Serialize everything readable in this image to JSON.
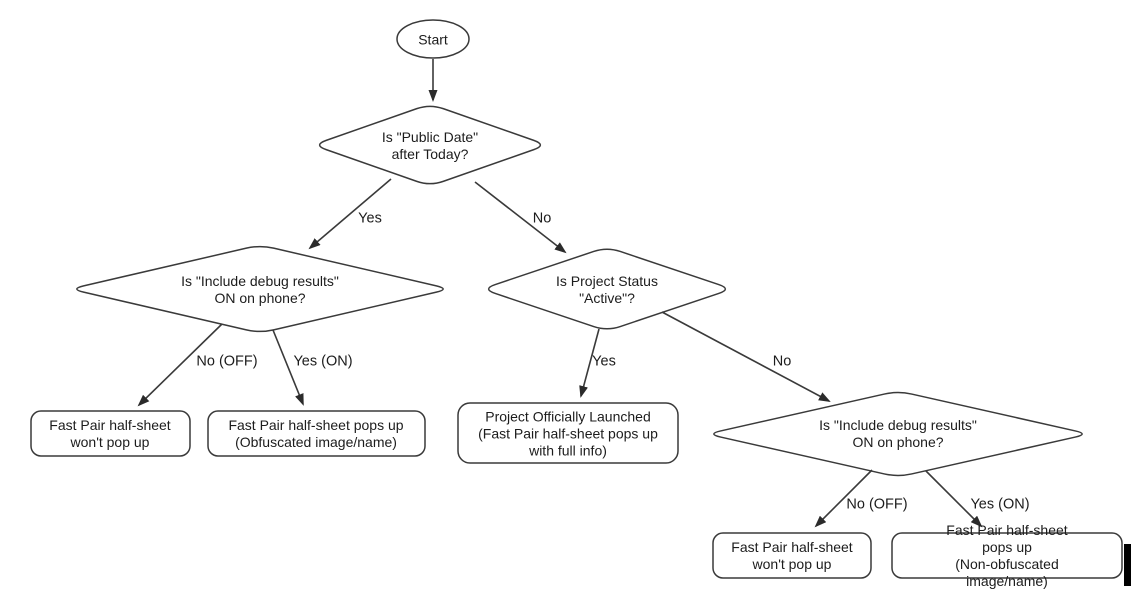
{
  "flowchart": {
    "nodes": {
      "start": {
        "type": "terminator",
        "label": "Start"
      },
      "publicDate": {
        "type": "decision",
        "label": "Is \"Public Date\"\nafter Today?"
      },
      "debugLeft": {
        "type": "decision",
        "label": "Is \"Include debug results\"\nON on phone?"
      },
      "projectStatus": {
        "type": "decision",
        "label": "Is Project Status\n\"Active\"?"
      },
      "debugRight": {
        "type": "decision",
        "label": "Is \"Include debug results\"\nON on phone?"
      },
      "noPopupLeft": {
        "type": "outcome",
        "label": "Fast Pair half-sheet\nwon't pop up"
      },
      "obfuscated": {
        "type": "outcome",
        "label": "Fast Pair half-sheet pops up\n(Obfuscated image/name)"
      },
      "launched": {
        "type": "outcome",
        "label": "Project Officially Launched\n(Fast Pair half-sheet pops up\nwith full info)"
      },
      "noPopupRight": {
        "type": "outcome",
        "label": "Fast Pair half-sheet\nwon't pop up"
      },
      "nonObfuscated": {
        "type": "outcome",
        "label": "Fast Pair half-sheet pops up\n(Non-obfuscated image/name)"
      }
    },
    "edges": {
      "publicDateYes": "Yes",
      "publicDateNo": "No",
      "debugLeftNo": "No (OFF)",
      "debugLeftYes": "Yes (ON)",
      "projectStatusYes": "Yes",
      "projectStatusNo": "No",
      "debugRightNo": "No (OFF)",
      "debugRightYes": "Yes (ON)"
    },
    "colors": {
      "stroke": "#3a3a3a",
      "text": "#1c1c1c",
      "background": "#ffffff",
      "arrowhead": "#2b2b2b"
    }
  }
}
